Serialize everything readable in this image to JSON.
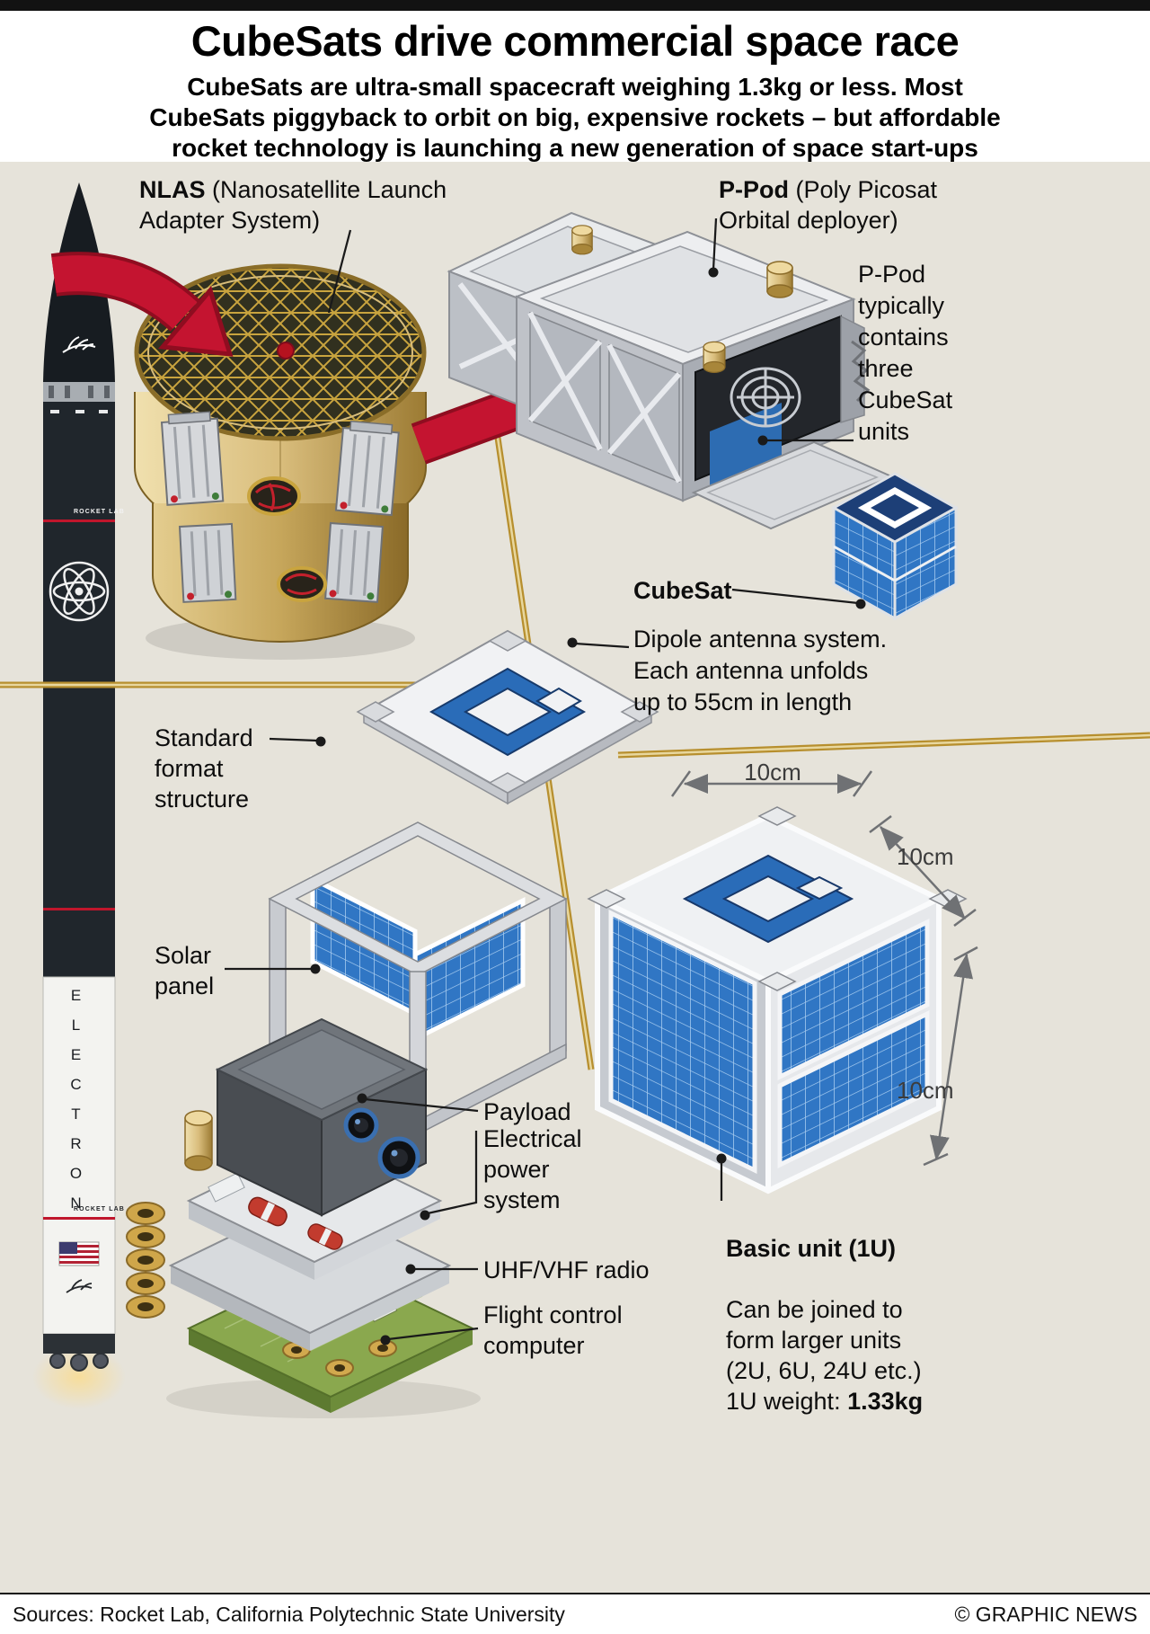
{
  "header": {
    "title": "CubeSats drive commercial space race",
    "subtitle": "CubeSats are ultra-small spacecraft weighing 1.3kg or less. Most\nCubeSats piggyback to orbit on big, expensive rockets – but affordable\nrocket technology is launching a new generation of space start-ups"
  },
  "diagram": {
    "nlas": {
      "name": "NLAS",
      "desc": " (Nanosatellite Launch\nAdapter System)"
    },
    "ppod": {
      "name": "P-Pod",
      "desc": " (Poly Picosat\nOrbital deployer)"
    },
    "ppod_note": "P-Pod\ntypically\ncontains\nthree\nCubeSat\nunits",
    "cubesat_label": "CubeSat",
    "dipole_note": "Dipole antenna system.\nEach antenna unfolds\nup to 55cm in length",
    "standard_format_label": "Standard\nformat\nstructure",
    "solar_panel_label": "Solar\npanel",
    "payload_label": "Payload",
    "electrical_power_label": "Electrical\npower\nsystem",
    "uhf_vhf_label": "UHF/VHF radio",
    "flight_computer_label": "Flight control\ncomputer",
    "dims": {
      "width": "10cm",
      "depth": "10cm",
      "height": "10cm"
    },
    "basic_unit": {
      "title": "Basic unit (1U)",
      "body": "Can be joined to\nform larger units\n(2U, 6U, 24U etc.)",
      "weight_label": "1U weight:",
      "weight_value": "1.33kg"
    },
    "rocket": {
      "name": "ELECTRON",
      "brand": "ROCKET LAB"
    }
  },
  "footer": {
    "sources": "Sources: Rocket Lab, California Polytechnic State University",
    "credit": "© GRAPHIC NEWS"
  },
  "colors": {
    "background": "#e6e3da",
    "accent_red": "#c41430",
    "gold": "#c9a43e",
    "solar_blue": "#2f74c0",
    "navy": "#1d3f77"
  }
}
